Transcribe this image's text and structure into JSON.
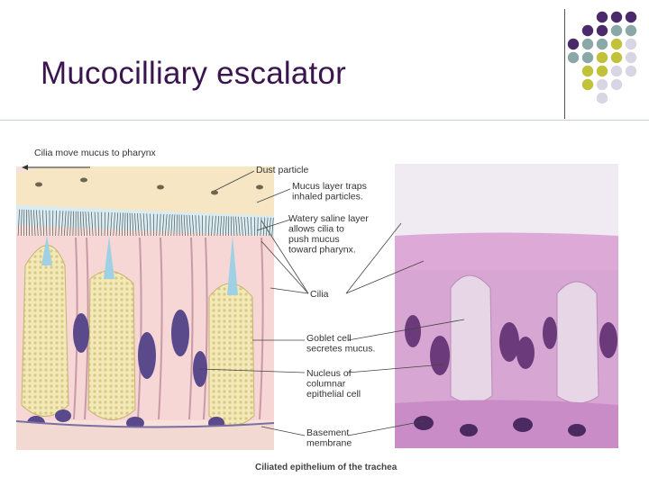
{
  "slide": {
    "title": "Mucocilliary escalator",
    "caption": "Ciliated epithelium of the trachea"
  },
  "diagram": {
    "top_label": "Cilia move mucus to pharynx",
    "labels": {
      "dust": [
        "Dust particle"
      ],
      "mucus": [
        "Mucus layer traps",
        "inhaled particles."
      ],
      "saline": [
        "Watery saline layer",
        "allows cilia to",
        "push mucus",
        "toward pharynx."
      ],
      "cilia": [
        "Cilia"
      ],
      "goblet": [
        "Goblet cell",
        "secretes mucus."
      ],
      "nucleus": [
        "Nucleus of",
        "columnar",
        "epithelial cell"
      ],
      "basement": [
        "Basement",
        "membrane"
      ]
    }
  },
  "colors": {
    "title": "#3b1550",
    "dot_purple": "#4a2a6a",
    "dot_teal": "#8aa8a6",
    "dot_olive": "#c2c23a",
    "dot_lavender": "#d9d6e4"
  }
}
